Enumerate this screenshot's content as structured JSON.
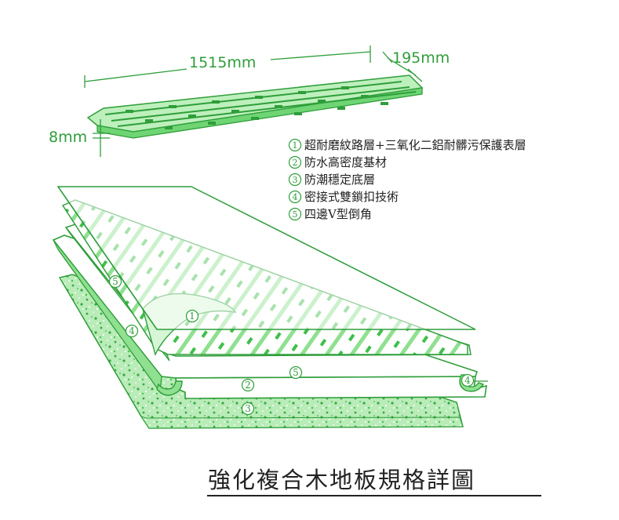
{
  "dimensions": {
    "length": "1515mm",
    "width": "195mm",
    "thickness": "8mm"
  },
  "legend": [
    {
      "num": "1",
      "text": "超耐磨紋路層+三氧化二鋁耐髒污保護表層"
    },
    {
      "num": "2",
      "text": "防水高密度基材"
    },
    {
      "num": "3",
      "text": "防潮穩定底層"
    },
    {
      "num": "4",
      "text": "密接式雙鎖扣技術"
    },
    {
      "num": "5",
      "text": "四邊V型倒角"
    }
  ],
  "callouts": {
    "c1": "1",
    "c2": "2",
    "c3": "3",
    "c4_left": "4",
    "c4_right": "4",
    "c5_left": "5",
    "c5_mid": "5"
  },
  "title": "強化複合木地板規格詳圖",
  "colors": {
    "line": "#2f9e3a",
    "fill": "#8fe090",
    "dark_fill": "#46c451",
    "text": "#222222"
  }
}
